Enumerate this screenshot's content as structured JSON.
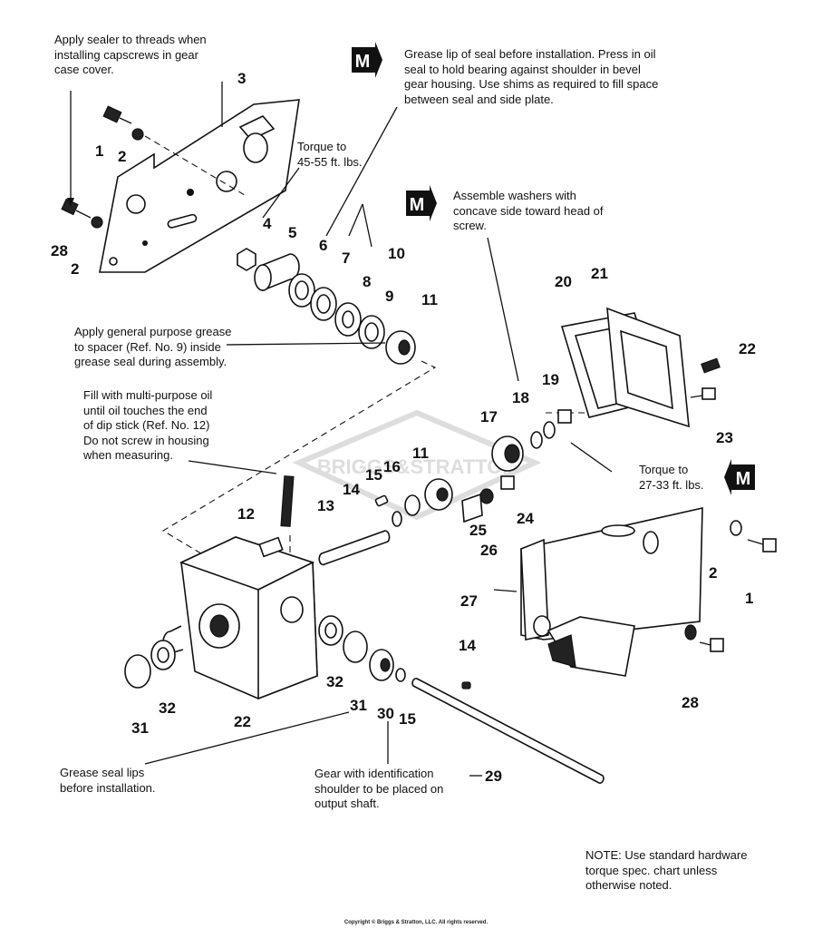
{
  "notes": {
    "sealer": "Apply sealer to threads when\ninstalling capscrews in gear\ncase cover.",
    "grease_lip": "Grease lip of seal before installation. Press in oil\nseal to hold bearing against shoulder in bevel\ngear housing. Use shims as required to fill space\nbetween seal and side plate.",
    "torque_45": "Torque to\n45-55 ft. lbs.",
    "washers": "Assemble washers with\nconcave side toward head of\nscrew.",
    "spacer_grease": "Apply general purpose grease\nto spacer (Ref. No. 9) inside\ngrease seal during assembly.",
    "fill_oil": "Fill with multi-purpose oil\nuntil oil touches the end\nof dip stick (Ref. No. 12)\nDo not screw in housing\nwhen measuring.",
    "torque_27": "Torque to\n27-33 ft. lbs.",
    "grease_seal_lips": "Grease seal lips\nbefore installation.",
    "gear_identification": "Gear with identification\nshoulder to be placed on\noutput shaft.",
    "standard_hardware": "NOTE: Use standard hardware\ntorque spec. chart unless\notherwise noted."
  },
  "marker_letter": "M",
  "watermark": "BRIGGS&STRATTON",
  "copyright": "Copyright © Briggs & Stratton, LLC. All rights reserved.",
  "callouts": {
    "c1a": "1",
    "c2a": "2",
    "c3": "3",
    "c28a": "28",
    "c2b": "2",
    "c4": "4",
    "c5": "5",
    "c6": "6",
    "c7": "7",
    "c8": "8",
    "c9": "9",
    "c10": "10",
    "c11a": "11",
    "c20": "20",
    "c21": "21",
    "c22": "22",
    "c23": "23",
    "c18": "18",
    "c19": "19",
    "c17": "17",
    "c16": "16",
    "c15a": "15",
    "c14a": "14",
    "c11b": "11",
    "c12": "12",
    "c13": "13",
    "c26": "26",
    "c25": "25",
    "c24": "24",
    "c2c": "2",
    "c1b": "1",
    "c27": "27",
    "c28b": "28",
    "c14b": "14",
    "c31a": "31",
    "c32a": "32",
    "c22b": "22",
    "c32b": "32",
    "c31b": "31",
    "c30": "30",
    "c15b": "15",
    "c29": "29"
  }
}
